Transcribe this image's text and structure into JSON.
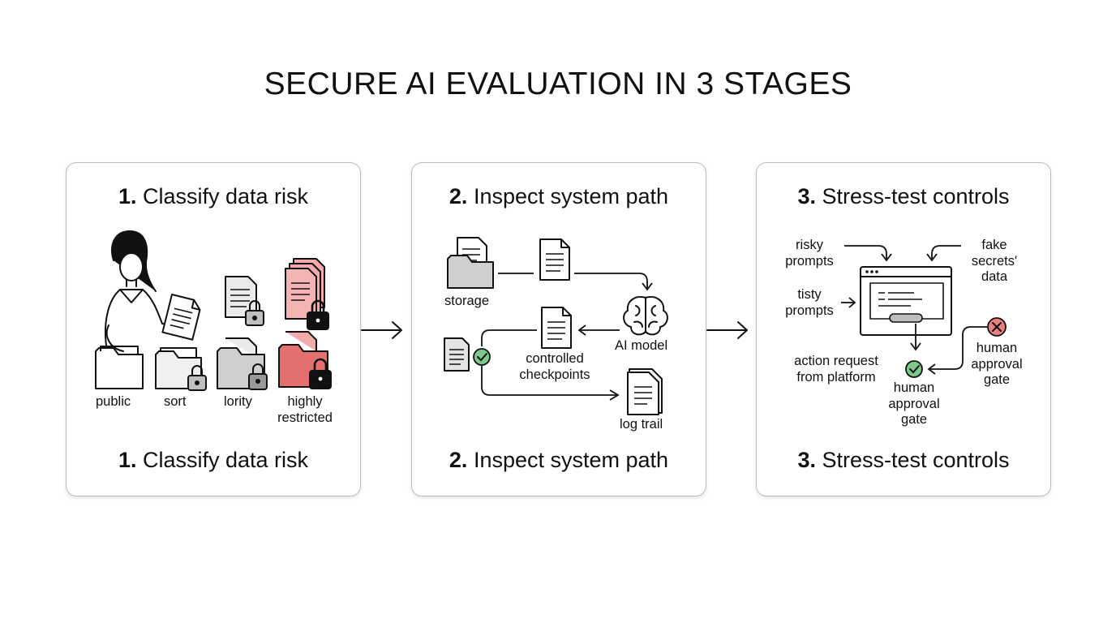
{
  "title": "SECURE AI EVALUATION IN 3 STAGES",
  "stages": [
    {
      "number": "1.",
      "label": "Classify data risk",
      "footer_number": "1.",
      "footer_label": "Classify data risk",
      "items": [
        "public",
        "sort",
        "lority",
        "highly restricted"
      ]
    },
    {
      "number": "2.",
      "label": "Inspect system path",
      "footer_number": "2.",
      "footer_label": "Inspect system path",
      "items": {
        "storage": "storage",
        "ai_model": "AI model",
        "checkpoints": "controlled checkpoints",
        "log_trail": "log trail"
      }
    },
    {
      "number": "3.",
      "label": "Stress-test controls",
      "footer_number": "3.",
      "footer_label": "Stress-test controls",
      "items": {
        "risky_prompts": "risky prompts",
        "fake_secrets": "fake secrets' data",
        "tisty_prompts": "tisty prompts",
        "action_request": "action request from platform",
        "approval_gate_ok": "human approval gate",
        "approval_gate_denied": "human approval gate"
      }
    }
  ],
  "colors": {
    "restricted_red": "#e88a8a",
    "check_green": "#7cc98a",
    "deny_red": "#e88080",
    "neutral_gray": "#d9d9d9"
  },
  "icons": [
    "person-icon",
    "folder-icon",
    "document-icon",
    "lock-icon",
    "brain-icon",
    "check-icon",
    "x-icon",
    "browser-window-icon",
    "arrow-icon"
  ]
}
